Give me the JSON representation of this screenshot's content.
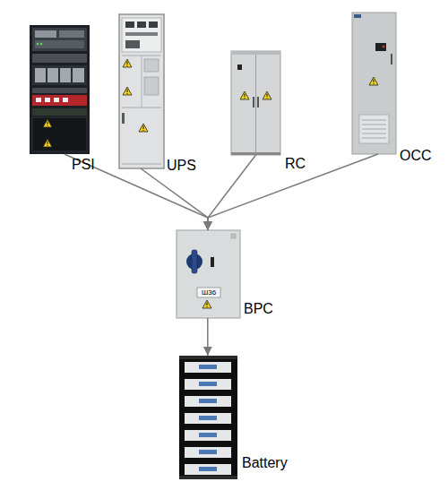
{
  "diagram": {
    "nodes": [
      {
        "text": [
          "PSI"
        ]
      },
      {
        "text": [
          "UPS"
        ]
      },
      {
        "text": [
          "RC"
        ]
      },
      {
        "text": [
          "OCC"
        ]
      },
      {
        "text": [
          "BPC",
          "Ш36"
        ]
      },
      {
        "text": [
          "Battery"
        ]
      }
    ],
    "edges": [
      {
        "from": 0,
        "to": 4,
        "arrow": "to"
      },
      {
        "from": 1,
        "to": 4,
        "arrow": "to"
      },
      {
        "from": 2,
        "to": 4,
        "arrow": "to"
      },
      {
        "from": 3,
        "to": 4,
        "arrow": "to"
      },
      {
        "from": 4,
        "to": 5,
        "arrow": "to"
      }
    ]
  }
}
